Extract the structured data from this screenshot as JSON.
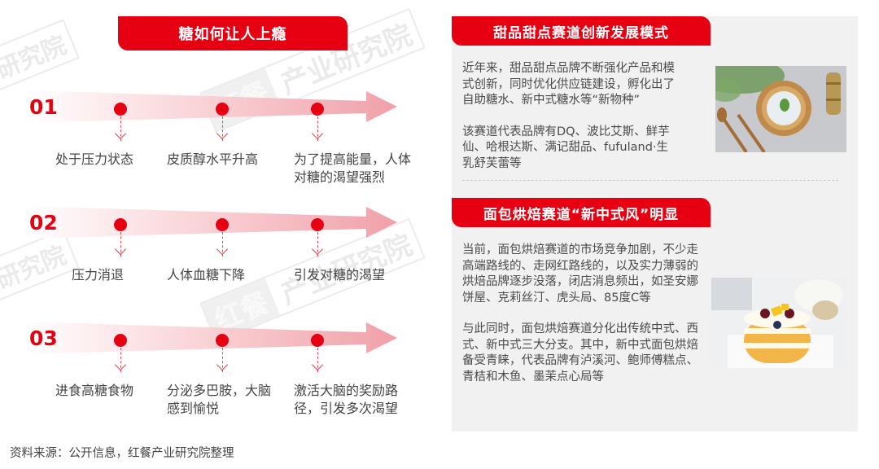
{
  "left": {
    "title": "糖如何让人上瘾",
    "rows": [
      {
        "num": "01",
        "steps": [
          "处于压力状态",
          "皮质醇水平升高",
          "为了提高能量，人体对糖的渴望强烈"
        ]
      },
      {
        "num": "02",
        "steps": [
          "压力消退",
          "人体血糖下降",
          "引发对糖的渴望"
        ]
      },
      {
        "num": "03",
        "steps": [
          "进食高糖食物",
          "分泌多巴胺，大脑感到愉悦",
          "激活大脑的奖励路径，引发多次渴望"
        ]
      }
    ]
  },
  "right": {
    "sections": [
      {
        "title": "甜品甜点赛道创新发展模式",
        "paragraphs": [
          "近年来，甜品甜点品牌不断强化产品和模式创新，同时优化供应链建设，孵化出了自助糖水、新中式糖水等“新物种”",
          "该赛道代表品牌有DQ、波比艾斯、鲜芋仙、哈根达斯、满记甜品、fufuland·生乳舒芙蕾等"
        ],
        "image": "dessert-bowl-photo"
      },
      {
        "title": "面包烘焙赛道“新中式风”明显",
        "paragraphs": [
          "当前，面包烘焙赛道的市场竞争加剧，不少走高端路线的、走网红路线的，以及实力薄弱的烘焙品牌逐步没落，闭店消息频出，如圣安娜饼屋、克莉丝汀、虎头局、85度C等",
          "与此同时，面包烘焙赛道分化出传统中式、西式、新中式三大分支。其中，新中式面包烘焙备受青睐，代表品牌有泸溪河、鲍师傅糕点、青桔和木鱼、墨茉点心局等"
        ],
        "image": "layer-cake-photo"
      }
    ]
  },
  "footer": {
    "source": "资料来源：公开信息，红餐产业研究院整理"
  },
  "watermark": {
    "logo": "红餐",
    "text": "产业研究院",
    "fragment": "研究院"
  },
  "colors": {
    "accent": "#e60012",
    "panel_bg": "#f1f1f1",
    "arrow_light": "#fbe3e5",
    "arrow_dark": "#f0a1a8"
  }
}
